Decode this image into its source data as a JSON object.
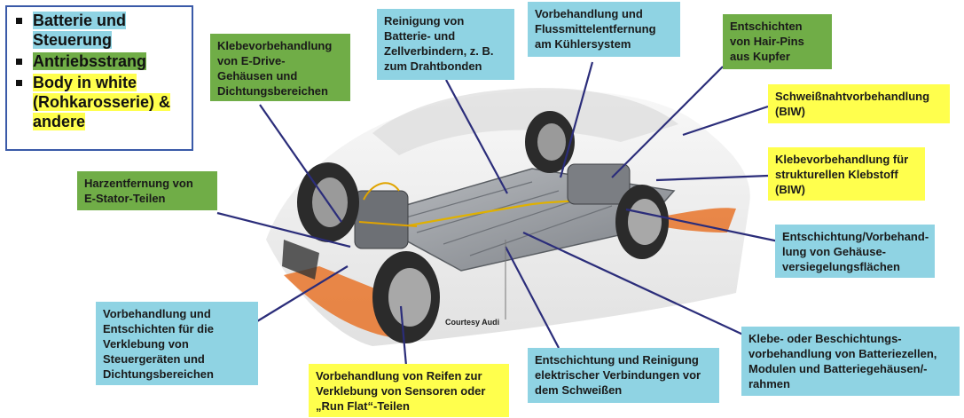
{
  "legend": {
    "items": [
      {
        "text": "Batterie und Steuerung",
        "color": "#8fd3e3"
      },
      {
        "text": "Antriebsstrang",
        "color": "#70ad47"
      },
      {
        "text": "Body in white (Rohkarosserie) & andere",
        "color": "#ffff4d"
      }
    ]
  },
  "callouts": {
    "klebevorbehandlung_edrive": "Klebevorbehandlung\nvon E-Drive-\nGehäusen und\nDichtungsbereichen",
    "reinigung_batterie": "Reinigung von\nBatterie- und\nZellverbindern, z. B.\nzum Drahtbonden",
    "vorbehandlung_flussmittel": "Vorbehandlung und\nFlussmittelentfernung\nam Kühlersystem",
    "entschichten_hairpins": "Entschichten\nvon Hair-Pins\naus Kupfer",
    "schweissnaht": "Schweißnahtvorbehandlung\n(BIW)",
    "klebevorbehandlung_strukturell": "Klebevorbehandlung für\nstrukturellen Klebstoff\n(BIW)",
    "harzentfernung": "Harzentfernung von\nE-Stator-Teilen",
    "entschichtung_gehaeuse": "Entschichtung/Vorbehand-\nlung von Gehäuse-\nversiegelungsflächen",
    "vorbehandlung_steuergeraete": "Vorbehandlung und\nEntschichten für die\nVerklebung von\nSteuergeräten und\nDichtungsbereichen",
    "vorbehandlung_reifen": "Vorbehandlung von Reifen zur\nVerklebung von Sensoren oder\n„Run Flat“-Teilen",
    "entschichtung_elektrisch": "Entschichtung und Reinigung\nelektrischer Verbindungen vor\ndem Schweißen",
    "klebe_beschichtung": "Klebe- oder Beschichtungs-\nvorbehandlung von Batteriezellen,\nModulen und Batteriegehäusen/-\nrahmen"
  },
  "courtesy": "Courtesy Audi",
  "colors": {
    "battery": "#8fd3e3",
    "powertrain": "#70ad47",
    "biw": "#ffff4d",
    "leader": "#2b2d7a"
  }
}
